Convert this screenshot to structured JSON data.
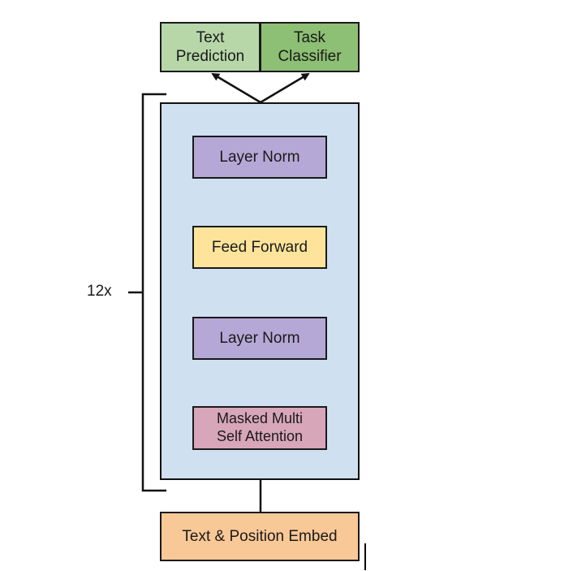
{
  "heads": {
    "text_prediction": [
      "Text",
      "Prediction"
    ],
    "task_classifier": [
      "Task",
      "Classifier"
    ]
  },
  "block": {
    "repeat_label": "12x",
    "layer_norm_top": "Layer Norm",
    "feed_forward": "Feed Forward",
    "layer_norm_bottom": "Layer Norm",
    "masked_attention": [
      "Masked Multi",
      "Self Attention"
    ]
  },
  "input": {
    "embed": "Text & Position Embed"
  },
  "colors": {
    "head_text_prediction": "#b7d7a9",
    "head_task_classifier": "#8dbf74",
    "stack_background": "#cfe0f1",
    "layer_norm": "#b6a8d6",
    "feed_forward": "#fde49a",
    "masked_attention": "#d8a6b9",
    "embed": "#f9c897"
  }
}
